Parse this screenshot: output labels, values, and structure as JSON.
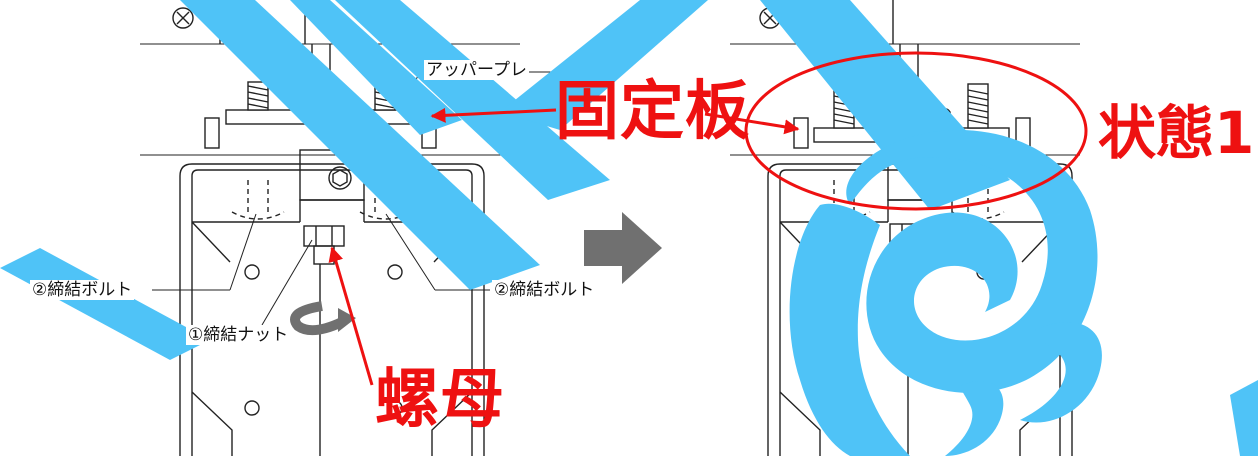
{
  "labels": {
    "upper_plate": "アッパープレ",
    "bolt_left": "②締結ボルト",
    "bolt_right": "②締結ボルト",
    "nut": "①締結ナット",
    "fixed_plate": "固定板",
    "nut_cn": "螺母",
    "state": "状態1"
  },
  "colors": {
    "annotation": "#ee1111",
    "watermark": "#4fc3f7",
    "line": "#222222",
    "arrow_gray": "#707070"
  },
  "icons": {
    "screw_head": "cross-screw-icon",
    "flow_arrow": "arrow-right-icon",
    "hex_bolt": "hex-socket-icon"
  }
}
